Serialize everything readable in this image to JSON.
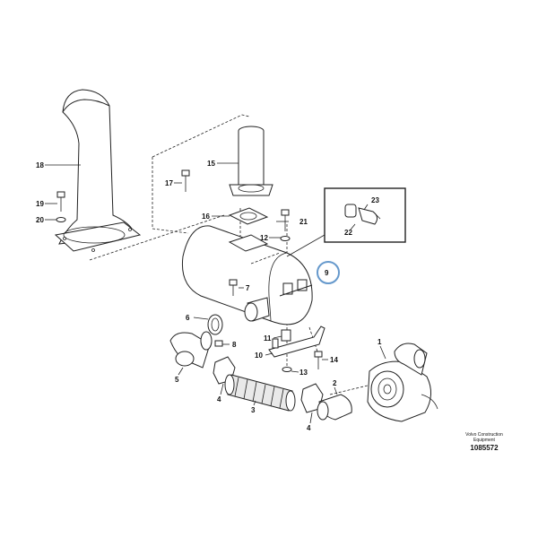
{
  "diagram": {
    "callouts": {
      "c1": "1",
      "c2": "2",
      "c3": "3",
      "c4a": "4",
      "c4b": "4",
      "c5": "5",
      "c6": "6",
      "c7": "7",
      "c8": "8",
      "c9": "9",
      "c10": "10",
      "c11": "11",
      "c12": "12",
      "c13": "13",
      "c14": "14",
      "c15": "15",
      "c16": "16",
      "c17": "17",
      "c18": "18",
      "c19": "19",
      "c20": "20",
      "c21": "21",
      "c22": "22",
      "c23": "23"
    },
    "highlight_color": "#6699cc",
    "credit": {
      "line1": "Volvo Construction",
      "line2": "Equipment",
      "number": "1085572"
    }
  }
}
